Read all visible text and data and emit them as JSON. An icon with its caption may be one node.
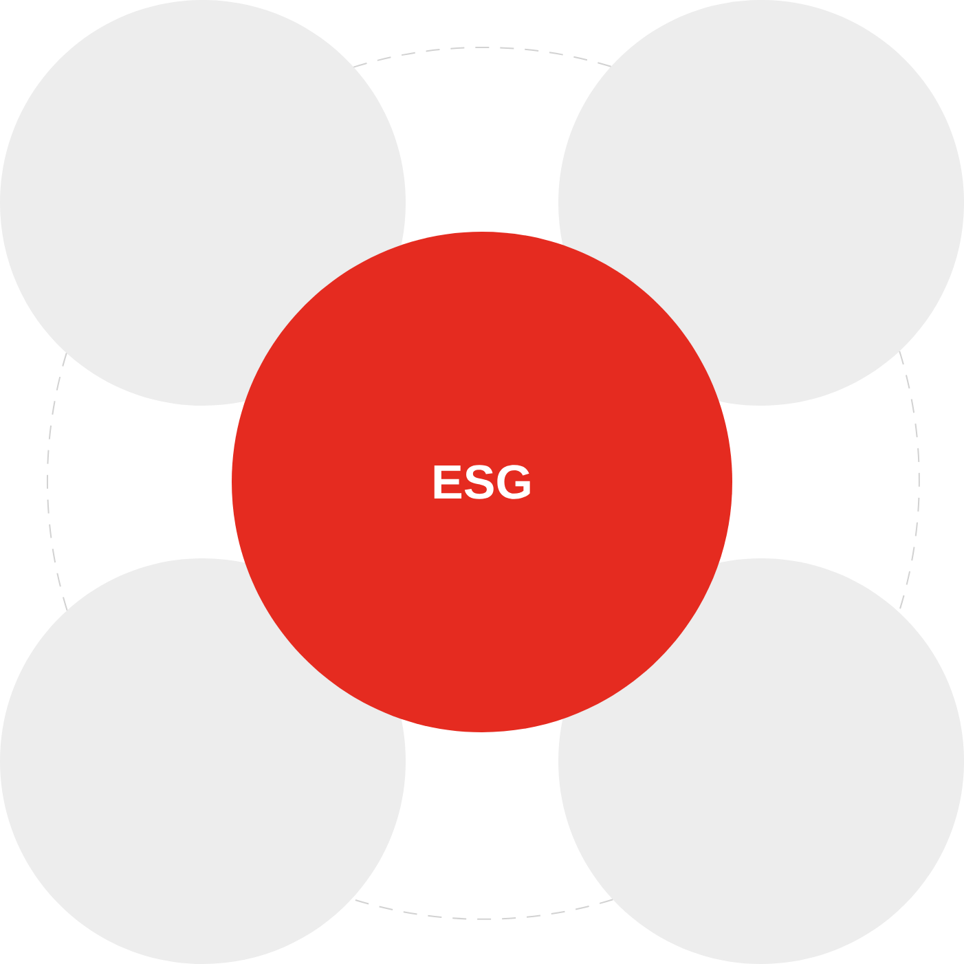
{
  "diagram": {
    "nodes": [
      {
        "text": [],
        "shape": "circle"
      },
      {
        "text": [],
        "shape": "circle"
      },
      {
        "text": [
          "ESG"
        ]
      },
      {
        "text": [],
        "shape": "circle"
      },
      {
        "text": [],
        "shape": "circle"
      }
    ],
    "edges": [
      {
        "from": 0,
        "to": 1,
        "arrow": "none",
        "style": "dashed"
      },
      {
        "from": 1,
        "to": 4,
        "arrow": "none",
        "style": "dashed"
      },
      {
        "from": 4,
        "to": 3,
        "arrow": "none",
        "style": "dashed"
      },
      {
        "from": 3,
        "to": 0,
        "arrow": "none",
        "style": "dashed"
      }
    ]
  }
}
